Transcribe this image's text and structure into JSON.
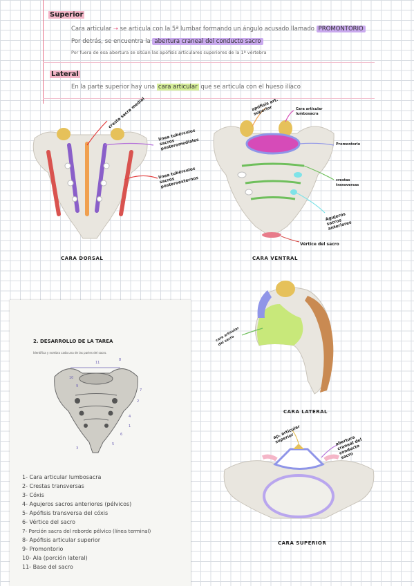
{
  "superior": {
    "heading": "Superior",
    "line1_a": "Cara articular",
    "line1_b": "se articula con la 5ª lumbar formando un ángulo acusado llamado",
    "line1_mark": "PROMONTORIO",
    "line2_a": "Por detrás, se encuentra la",
    "line2_mark": "abertura craneal del conducto sacro",
    "line3": "Por fuera de esa abertura se sitúan las apófisis articulares superiores de la 1ª vértebra"
  },
  "lateral": {
    "heading": "Lateral",
    "line_a": "En la parte superior hay una",
    "line_mark": "cara articular",
    "line_b": "que se articula con el hueso ilíaco"
  },
  "figures": {
    "dorsal": {
      "caption": "CARA DORSAL",
      "label_crest_median": "cresta sacra medial",
      "label_tuberculos_mediales": "línea tubérculos sacros posteromediales",
      "label_tuberculos_externos": "línea tubérculos sacros posteroexternos"
    },
    "ventral": {
      "caption": "CARA VENTRAL",
      "label_apofisis": "apófisis art. superior",
      "label_cara_articular": "Cara articular lumbosacra",
      "label_promontorio": "Promontorio",
      "label_crestas": "crestas transversas",
      "label_agujeros": "Agujeros sacros anteriores",
      "label_vertice": "Vértice del sacro"
    },
    "lateral": {
      "caption": "CARA LATERAL",
      "label_cara": "cara articular del sacro"
    },
    "superior": {
      "caption": "CARA SUPERIOR",
      "label_apofisis": "ap. articular superior",
      "label_abertura": "abertura craneal del conducto sacro"
    }
  },
  "worksheet": {
    "title": "2.  DESARROLLO DE LA TAREA",
    "instruction": "Identifica y nombra cada una de las partes del sacro.",
    "numbers": [
      "11",
      "8",
      "10",
      "9",
      "7",
      "2",
      "4",
      "1",
      "6",
      "3",
      "5"
    ],
    "items": [
      "1- Cara articular lumbosacra",
      "2- Crestas transversas",
      "3- Cóxis",
      "4- Agujeros sacros anteriores (pélvicos)",
      "5- Apófisis transversa del cóxis",
      "6- Vértice del sacro",
      "7- Porción sacra del reborde pélvico (línea terminal)",
      "8- Apófisis articular superior",
      "9- Promontorio",
      "10- Ala (porción lateral)",
      "11- Base del sacro"
    ]
  },
  "colors": {
    "margin": "#e8738a",
    "highlight_pink": "#f4b6c8",
    "highlight_purple": "#c9a9ee",
    "highlight_green": "#d6ee9a",
    "bone": "#e9e6df",
    "yellow": "#e6c15a",
    "red": "#d9534f",
    "orange": "#f0a050",
    "purple": "#8a5fc9",
    "magenta": "#d64bb8",
    "green": "#6fbf5c",
    "cyan": "#7fe3e8",
    "blue": "#8f95e8"
  }
}
